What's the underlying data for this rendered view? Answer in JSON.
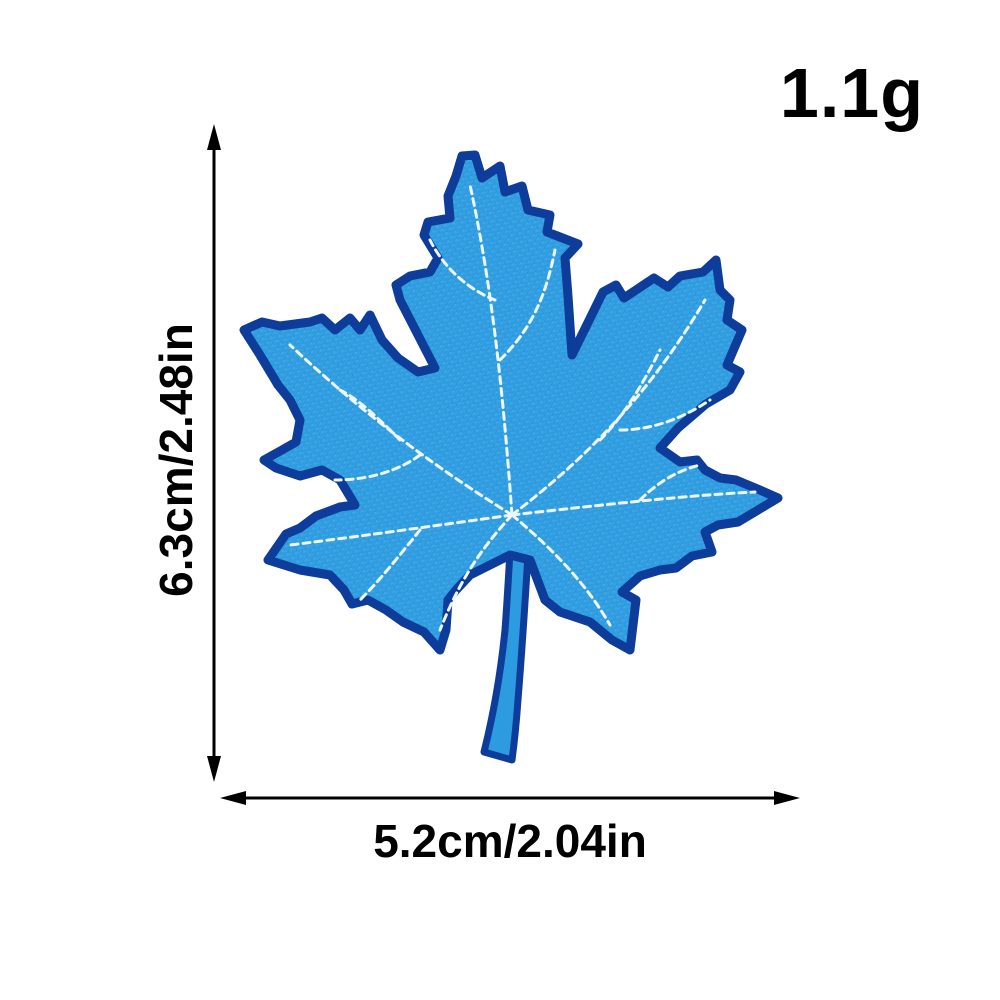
{
  "product": {
    "weight_label": "1.1g",
    "height_label": "6.3cm/2.48in",
    "width_label": "5.2cm/2.04in",
    "image_icon": "maple-leaf-patch-icon"
  },
  "colors": {
    "leaf_fill": "#2d9be0",
    "leaf_light": "#5fbdf0",
    "leaf_border": "#0d3c9a",
    "vein_stitch": "#e8f4ff",
    "text": "#000000",
    "arrow": "#000000"
  }
}
